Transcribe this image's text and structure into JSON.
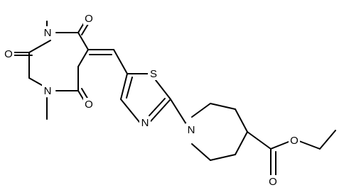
{
  "molecule": {
    "atoms": {
      "n1": "N",
      "n3": "N",
      "o2": "O",
      "o4": "O",
      "o6": "O",
      "s_thiazole": "S",
      "n_thiazole": "N",
      "n_piperidine": "N",
      "o_carbonyl": "O",
      "o_ester": "O"
    }
  }
}
